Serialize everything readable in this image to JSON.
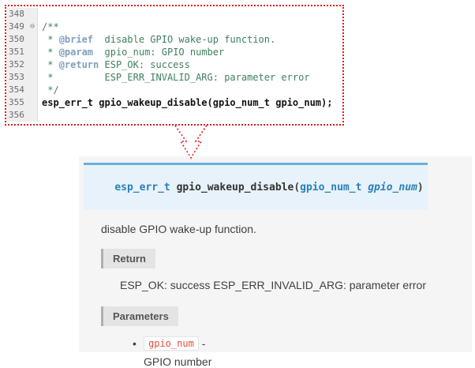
{
  "colors": {
    "highlight_red": "#e11a1a",
    "comment_green": "#3f7f5f",
    "doxygen_tag_blue": "#7f9fbf",
    "doc_link_blue": "#2980b9",
    "signature_bg": "#e7f2fa",
    "signature_border": "#6ab0de",
    "param_code_red": "#e74c3c"
  },
  "editor": {
    "lines": [
      {
        "num": "348"
      },
      {
        "num": "349",
        "fold": "⊖",
        "seg0": "/**"
      },
      {
        "num": "350",
        "seg0": " * ",
        "tag": "@brief",
        "seg1": "  disable GPIO wake-up function."
      },
      {
        "num": "351",
        "seg0": " * ",
        "tag": "@param",
        "seg1": "  gpio_num: GPIO number"
      },
      {
        "num": "352",
        "seg0": " * ",
        "tag": "@return",
        "seg1": " ESP_OK: success"
      },
      {
        "num": "353",
        "seg0": " *         ESP_ERR_INVALID_ARG: parameter error"
      },
      {
        "num": "354",
        "seg0": " */"
      },
      {
        "num": "355",
        "code0": "esp_err_t ",
        "code1": "gpio_wakeup_disable",
        "code2": "(gpio_num_t gpio_num);"
      },
      {
        "num": "356"
      }
    ]
  },
  "doc": {
    "signature": {
      "return_type": "esp_err_t ",
      "name": "gpio_wakeup_disable",
      "open_paren": "(",
      "param_type": "gpio_num_t ",
      "param_name": "gpio_num",
      "close_paren": ")"
    },
    "description": "disable GPIO wake-up function.",
    "return_label": "Return",
    "return_text": "ESP_OK: success ESP_ERR_INVALID_ARG: parameter error",
    "parameters_label": "Parameters",
    "param": {
      "bullet": "•",
      "name": "gpio_num",
      "dash": " - ",
      "description": "GPIO number"
    }
  }
}
